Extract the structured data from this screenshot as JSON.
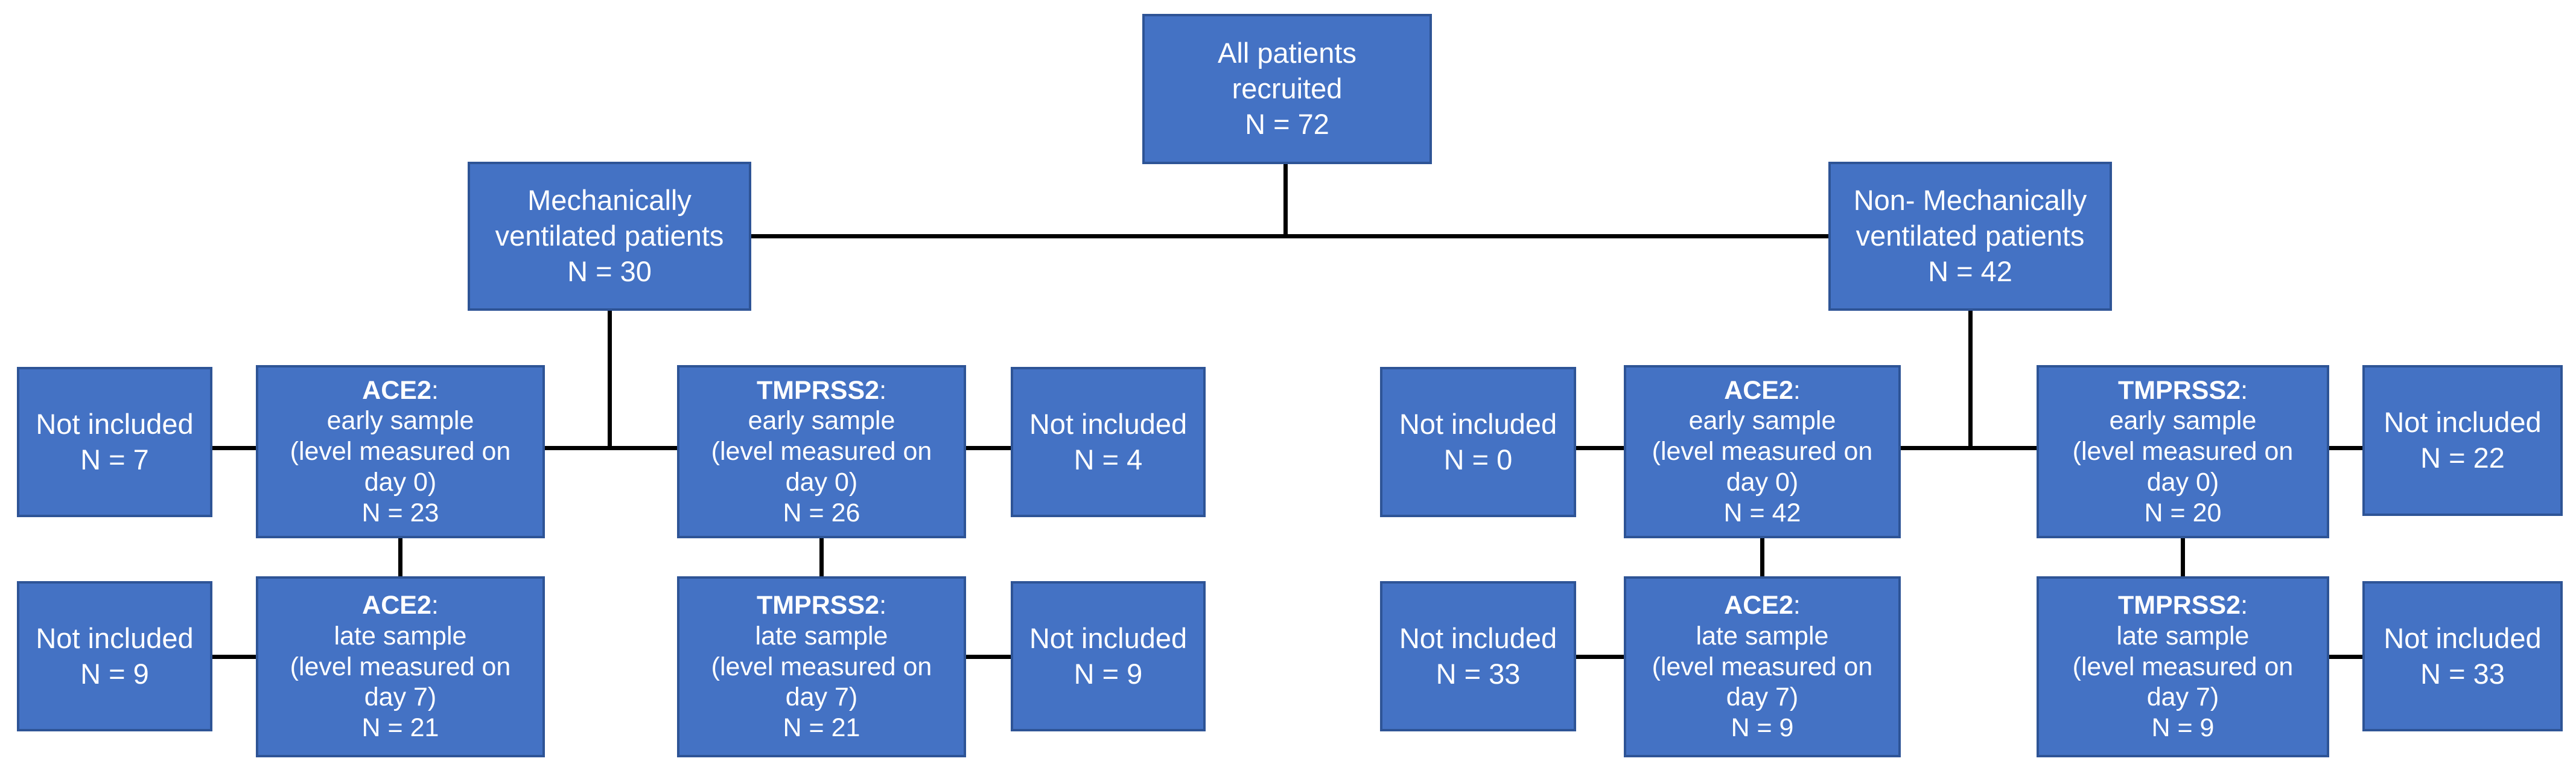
{
  "colors": {
    "box_fill": "#4472C4",
    "box_border": "#2E5496",
    "connector": "#000000",
    "text": "#FFFFFF"
  },
  "nodes": {
    "all_patients": {
      "line1": "All patients",
      "line2": "recruited",
      "n": "N = 72"
    },
    "mech": {
      "line1": "Mechanically",
      "line2": "ventilated patients",
      "n": "N = 30"
    },
    "nonmech": {
      "line1": "Non- Mechanically",
      "line2": "ventilated patients",
      "n": "N = 42"
    },
    "ni_mv_early_left": {
      "line1": "Not included",
      "n": "N = 7"
    },
    "ace2_mv_early": {
      "gene": "ACE2",
      "colon": ":",
      "line1": "early sample",
      "line2": "(level measured on",
      "line3": "day 0)",
      "n": "N = 23"
    },
    "tmprss2_mv_early": {
      "gene": "TMPRSS2",
      "colon": ":",
      "line1": "early sample",
      "line2": "(level measured on",
      "line3": "day 0)",
      "n": "N = 26"
    },
    "ni_mv_early_right": {
      "line1": "Not included",
      "n": "N = 4"
    },
    "ni_mv_late_left": {
      "line1": "Not included",
      "n": "N = 9"
    },
    "ace2_mv_late": {
      "gene": "ACE2",
      "colon": ":",
      "line1": "late sample",
      "line2": "(level measured on",
      "line3": "day 7)",
      "n": "N = 21"
    },
    "tmprss2_mv_late": {
      "gene": "TMPRSS2",
      "colon": ":",
      "line1": "late sample",
      "line2": "(level measured on",
      "line3": "day 7)",
      "n": "N = 21"
    },
    "ni_mv_late_right": {
      "line1": "Not included",
      "n": "N = 9"
    },
    "ni_nmv_early_left": {
      "line1": "Not included",
      "n": "N = 0"
    },
    "ace2_nmv_early": {
      "gene": "ACE2",
      "colon": ":",
      "line1": "early sample",
      "line2": "(level measured on",
      "line3": "day 0)",
      "n": "N = 42"
    },
    "tmprss2_nmv_early": {
      "gene": "TMPRSS2",
      "colon": ":",
      "line1": "early sample",
      "line2": "(level measured on",
      "line3": "day 0)",
      "n": "N = 20"
    },
    "ni_nmv_early_right": {
      "line1": "Not included",
      "n": "N = 22"
    },
    "ni_nmv_late_left": {
      "line1": "Not included",
      "n": "N = 33"
    },
    "ace2_nmv_late": {
      "gene": "ACE2",
      "colon": ":",
      "line1": "late sample",
      "line2": "(level measured on",
      "line3": "day 7)",
      "n": "N = 9"
    },
    "tmprss2_nmv_late": {
      "gene": "TMPRSS2",
      "colon": ":",
      "line1": "late sample",
      "line2": "(level measured on",
      "line3": "day 7)",
      "n": "N = 9"
    },
    "ni_nmv_late_right": {
      "line1": "Not included",
      "n": "N = 33"
    }
  }
}
